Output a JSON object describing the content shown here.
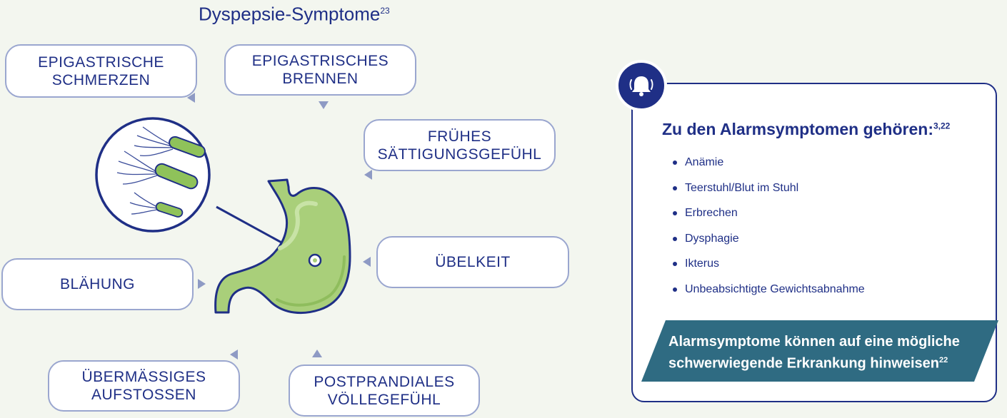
{
  "title": {
    "text": "Dyspepsie-Symptome",
    "ref": "23"
  },
  "symptoms": [
    {
      "label": "EPIGASTRISCHE\nSCHMERZEN"
    },
    {
      "label": "EPIGASTRISCHES\nBRENNEN"
    },
    {
      "label": "FRÜHES\nSÄTTIGUNGSGEFÜHL"
    },
    {
      "label": "ÜBELKEIT"
    },
    {
      "label": "BLÄHUNG"
    },
    {
      "label": "ÜBERMÄSSIGES\nAUFSTOSSEN"
    },
    {
      "label": "POSTPRANDIALES\nVÖLLEGEFÜHL"
    }
  ],
  "alarm": {
    "heading": "Zu den Alarmsymptomen gehören:",
    "heading_ref": "3,22",
    "items": [
      "Anämie",
      "Teerstuhl/Blut im Stuhl",
      "Erbrechen",
      "Dysphagie",
      "Ikterus",
      "Unbeabsichtigte Gewichtsabnahme"
    ],
    "warning": "Alarmsymptome können auf eine mögliche schwerwiegende Erkrankung hinweisen",
    "warning_ref": "22"
  },
  "icons": {
    "bell": "bell-icon",
    "stomach": "stomach-icon",
    "bacteria": "bacteria-icon"
  },
  "colors": {
    "navy": "#1f2f86",
    "bubble_border": "#9aa6cf",
    "stomach": "#a9cf7a",
    "bacteria": "#8fc25a",
    "banner": "#2f6b82",
    "background": "#f3f6ef"
  }
}
